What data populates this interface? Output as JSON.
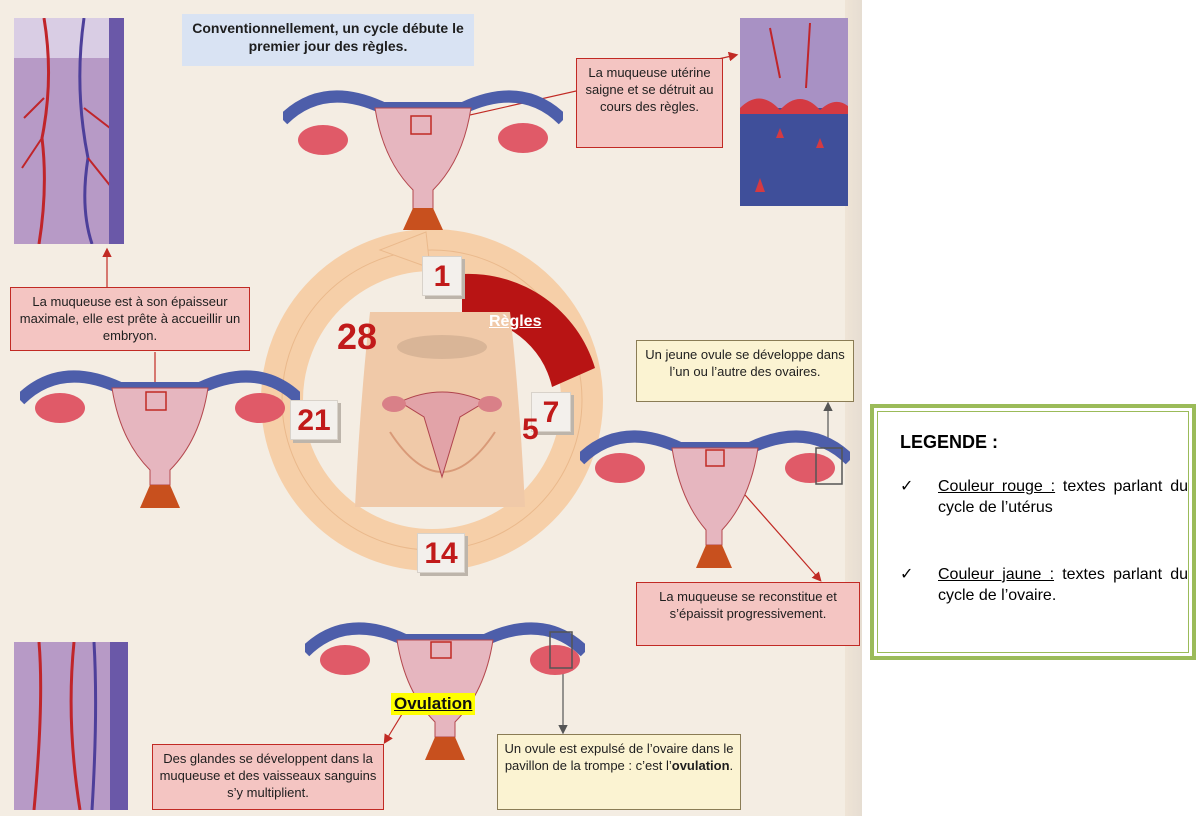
{
  "diagram": {
    "header_text": "Conventionnellement, un cycle débute le premier jour des règles.",
    "days": {
      "day1": "1",
      "day7": "7",
      "day14": "14",
      "day21": "21",
      "day28": "28",
      "day5": "5"
    },
    "regles_label": "Règles",
    "ovulation_label": "Ovulation",
    "boxes": {
      "saigne": "La muqueuse utérine saigne et se détruit au cours des règles.",
      "epaisseur": "La muqueuse est à son épaisseur maximale, elle est prête à accueillir un embryon.",
      "jeune_ovule": "Un jeune ovule se développe dans l’un ou l’autre des ovaires.",
      "reconstitue": "La muqueuse se reconstitue et s’épaissit progressivement.",
      "glandes": "Des glandes se développent dans la muqueuse et des vaisseaux sanguins s’y multiplient.",
      "expulse_pre": "Un ovule est expulsé de l’ovaire dans le pavillon de la trompe : c’est l’",
      "expulse_bold": "ovulation",
      "expulse_post": "."
    },
    "colors": {
      "uterine_cycle": "#c12a24",
      "ovary_cycle": "#8a7c55",
      "menses_band": "#b81414",
      "cycle_ring": "#f6cfa8"
    }
  },
  "legend": {
    "title": "LEGENDE :",
    "items": [
      {
        "check": "✓",
        "label": "Couleur rouge :",
        "text": " textes parlant du cycle de l’utérus"
      },
      {
        "check": "✓",
        "label": "Couleur jaune :",
        "text": " textes parlant du cycle de l’ovaire."
      }
    ],
    "border_color": "#9bbb59"
  }
}
